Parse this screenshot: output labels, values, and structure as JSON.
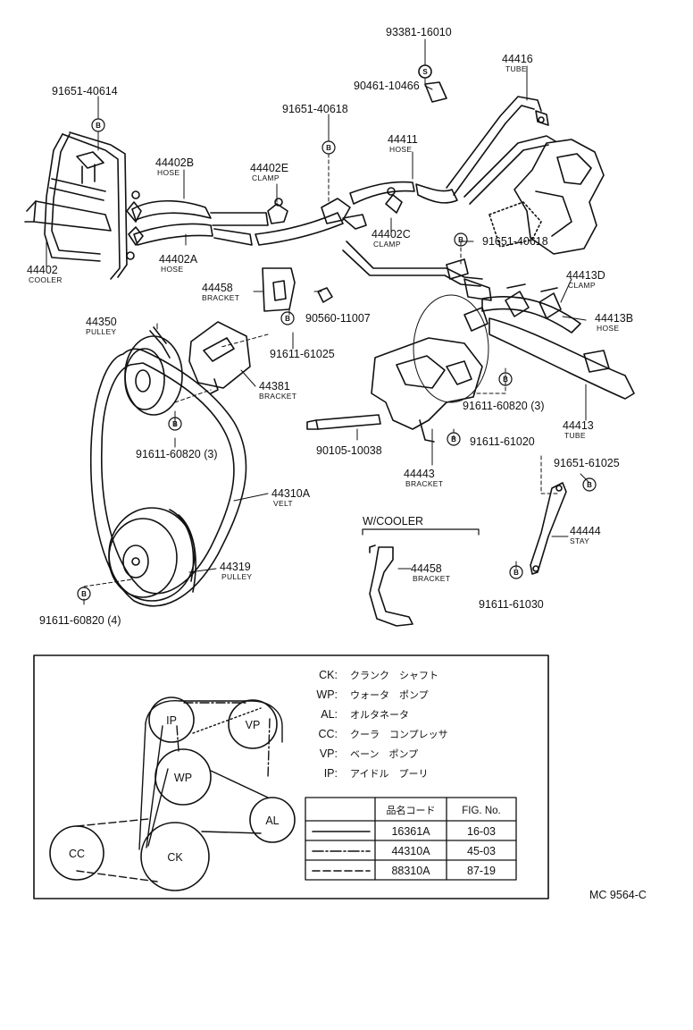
{
  "parts": [
    {
      "id": "p93381",
      "number": "93381-16010",
      "name": ""
    },
    {
      "id": "p44416",
      "number": "44416",
      "name": "TUBE"
    },
    {
      "id": "p90461",
      "number": "90461-10466",
      "name": ""
    },
    {
      "id": "p91651a",
      "number": "91651-40614",
      "name": ""
    },
    {
      "id": "p91651b",
      "number": "91651-40618",
      "name": ""
    },
    {
      "id": "p44411",
      "number": "44411",
      "name": "HOSE"
    },
    {
      "id": "p44402B",
      "number": "44402B",
      "name": "HOSE"
    },
    {
      "id": "p44402E",
      "number": "44402E",
      "name": "CLAMP"
    },
    {
      "id": "p44402C",
      "number": "44402C",
      "name": "CLAMP"
    },
    {
      "id": "p91651c",
      "number": "91651-40618",
      "name": ""
    },
    {
      "id": "p44402A",
      "number": "44402A",
      "name": "HOSE"
    },
    {
      "id": "p44402",
      "number": "44402",
      "name": "COOLER"
    },
    {
      "id": "p44413D",
      "number": "44413D",
      "name": "CLAMP"
    },
    {
      "id": "p44458a",
      "number": "44458",
      "name": "BRACKET"
    },
    {
      "id": "p90560",
      "number": "90560-11007",
      "name": ""
    },
    {
      "id": "p44413B",
      "number": "44413B",
      "name": "HOSE"
    },
    {
      "id": "p44350",
      "number": "44350",
      "name": "PULLEY"
    },
    {
      "id": "p91611a",
      "number": "91611-61025",
      "name": ""
    },
    {
      "id": "p44381",
      "number": "44381",
      "name": "BRACKET"
    },
    {
      "id": "p91611b",
      "number": "91611-60820 (3)",
      "name": ""
    },
    {
      "id": "p44413",
      "number": "44413",
      "name": "TUBE"
    },
    {
      "id": "p91611c",
      "number": "91611-60820 (3)",
      "name": ""
    },
    {
      "id": "p91611d",
      "number": "91611-61020",
      "name": ""
    },
    {
      "id": "p90105",
      "number": "90105-10038",
      "name": ""
    },
    {
      "id": "p44443",
      "number": "44443",
      "name": "BRACKET"
    },
    {
      "id": "p91651d",
      "number": "91651-61025",
      "name": ""
    },
    {
      "id": "p44310A",
      "number": "44310A",
      "name": "VELT"
    },
    {
      "id": "p44444",
      "number": "44444",
      "name": "STAY"
    },
    {
      "id": "p44458b",
      "number": "44458",
      "name": "BRACKET"
    },
    {
      "id": "p44319",
      "number": "44319",
      "name": "PULLEY"
    },
    {
      "id": "p91611e",
      "number": "91611-61030",
      "name": ""
    },
    {
      "id": "p91611f",
      "number": "91611-60820 (4)",
      "name": ""
    }
  ],
  "bolt_marks": {
    "b": "B",
    "s": "S"
  },
  "cooler_label": "W/COOLER",
  "legend": [
    {
      "code": "CK:",
      "desc": "クランク　シャフト"
    },
    {
      "code": "WP:",
      "desc": "ウォータ　ポンプ"
    },
    {
      "code": "AL:",
      "desc": "オルタネータ"
    },
    {
      "code": "CC:",
      "desc": "クーラ　コンプレッサ"
    },
    {
      "code": "VP:",
      "desc": "ベーン　ポンプ"
    },
    {
      "code": "IP:",
      "desc": "アイドル　プーリ"
    }
  ],
  "pulleys": {
    "IP": "IP",
    "VP": "VP",
    "WP": "WP",
    "AL": "AL",
    "CC": "CC",
    "CK": "CK"
  },
  "table": {
    "headers": [
      "品名コード",
      "FIG. No."
    ],
    "rows": [
      {
        "code": "16361A",
        "fig": "16-03",
        "line": "solid"
      },
      {
        "code": "44310A",
        "fig": "45-03",
        "line": "dash-dot"
      },
      {
        "code": "88310A",
        "fig": "87-19",
        "line": "dashed"
      }
    ]
  },
  "figure_id": "MC 9564-C"
}
